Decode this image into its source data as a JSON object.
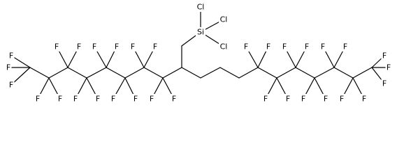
{
  "molecule": {
    "description_labels": {
      "fluorine": "F",
      "chlorine": "Cl",
      "silicon": "Si"
    },
    "atoms": [
      {
        "id": "Si",
        "label": "Si"
      },
      {
        "id": "Cl1",
        "label": "Cl"
      },
      {
        "id": "Cl2",
        "label": "Cl"
      },
      {
        "id": "Cl3",
        "label": "Cl"
      },
      {
        "id": "Fa1",
        "label": "F"
      },
      {
        "id": "Fa2",
        "label": "F"
      },
      {
        "id": "Fa3",
        "label": "F"
      },
      {
        "id": "Fb1",
        "label": "F"
      },
      {
        "id": "Fb2",
        "label": "F"
      },
      {
        "id": "Fc1",
        "label": "F"
      },
      {
        "id": "Fc2",
        "label": "F"
      },
      {
        "id": "Fd1",
        "label": "F"
      },
      {
        "id": "Fd2",
        "label": "F"
      },
      {
        "id": "Fe1",
        "label": "F"
      },
      {
        "id": "Fe2",
        "label": "F"
      },
      {
        "id": "Ff1",
        "label": "F"
      },
      {
        "id": "Ff2",
        "label": "F"
      },
      {
        "id": "Fg1",
        "label": "F"
      },
      {
        "id": "Fg2",
        "label": "F"
      },
      {
        "id": "Fh1",
        "label": "F"
      },
      {
        "id": "Fh2",
        "label": "F"
      },
      {
        "id": "Fi1",
        "label": "F"
      },
      {
        "id": "Fi2",
        "label": "F"
      },
      {
        "id": "Fj1",
        "label": "F"
      },
      {
        "id": "Fj2",
        "label": "F"
      },
      {
        "id": "Fk1",
        "label": "F"
      },
      {
        "id": "Fk2",
        "label": "F"
      },
      {
        "id": "Fl1",
        "label": "F"
      },
      {
        "id": "Fl2",
        "label": "F"
      },
      {
        "id": "Fm1",
        "label": "F"
      },
      {
        "id": "Fm2",
        "label": "F"
      },
      {
        "id": "Fm3",
        "label": "F"
      }
    ]
  }
}
